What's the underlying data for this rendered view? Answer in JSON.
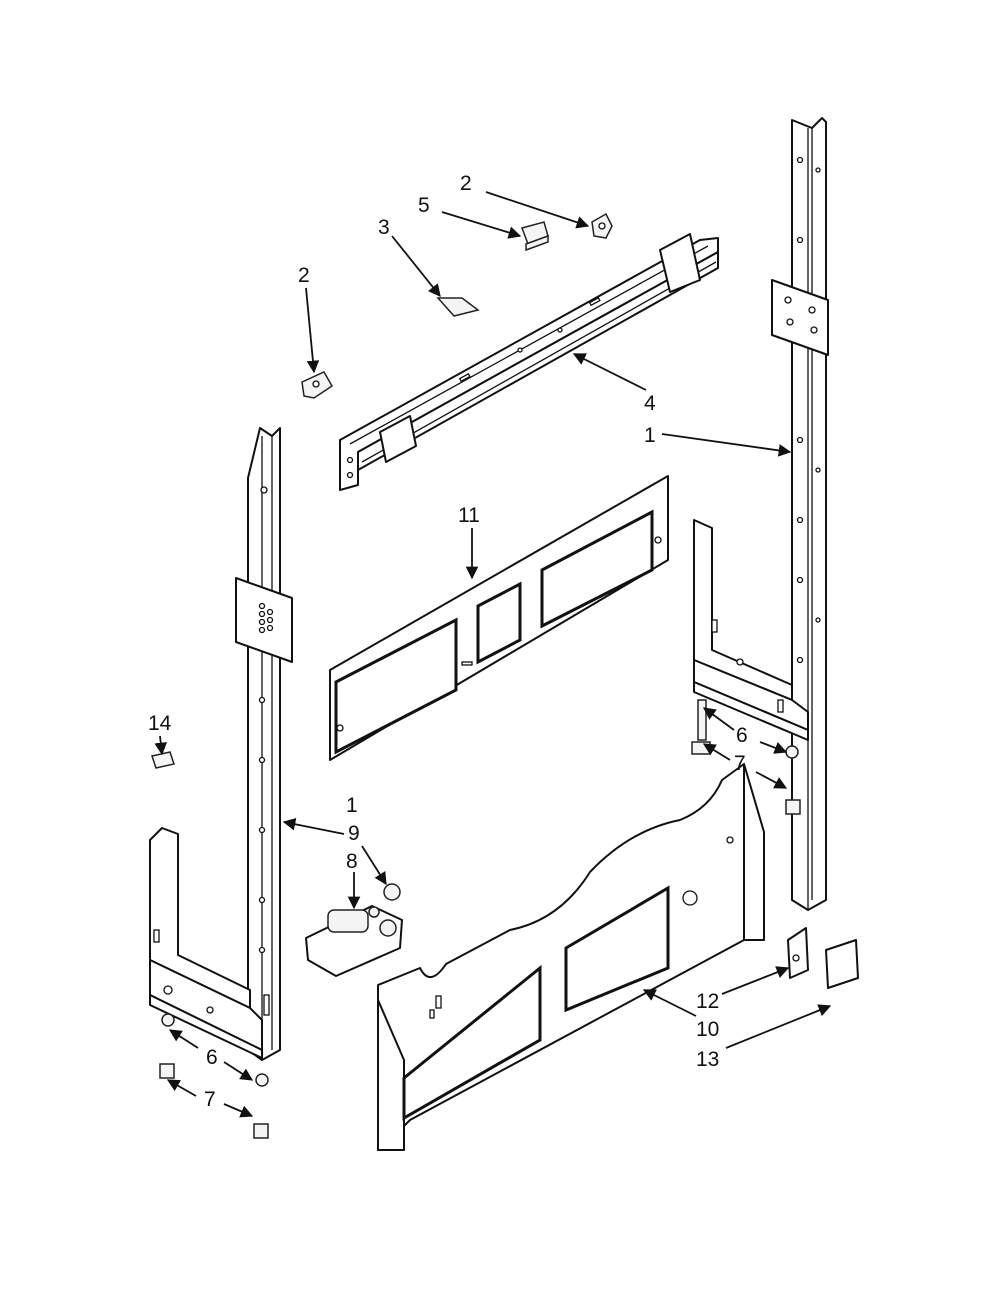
{
  "callouts": {
    "c_2a": "2",
    "c_5": "5",
    "c_3": "3",
    "c_2b": "2",
    "c_4": "4",
    "c_1a": "1",
    "c_11": "11",
    "c_6a": "6",
    "c_7a": "7",
    "c_14": "14",
    "c_1b": "1",
    "c_9": "9",
    "c_8": "8",
    "c_12": "12",
    "c_10": "10",
    "c_13": "13",
    "c_6b": "6",
    "c_7b": "7"
  },
  "colors": {
    "line": "#111111",
    "background": "#ffffff"
  }
}
